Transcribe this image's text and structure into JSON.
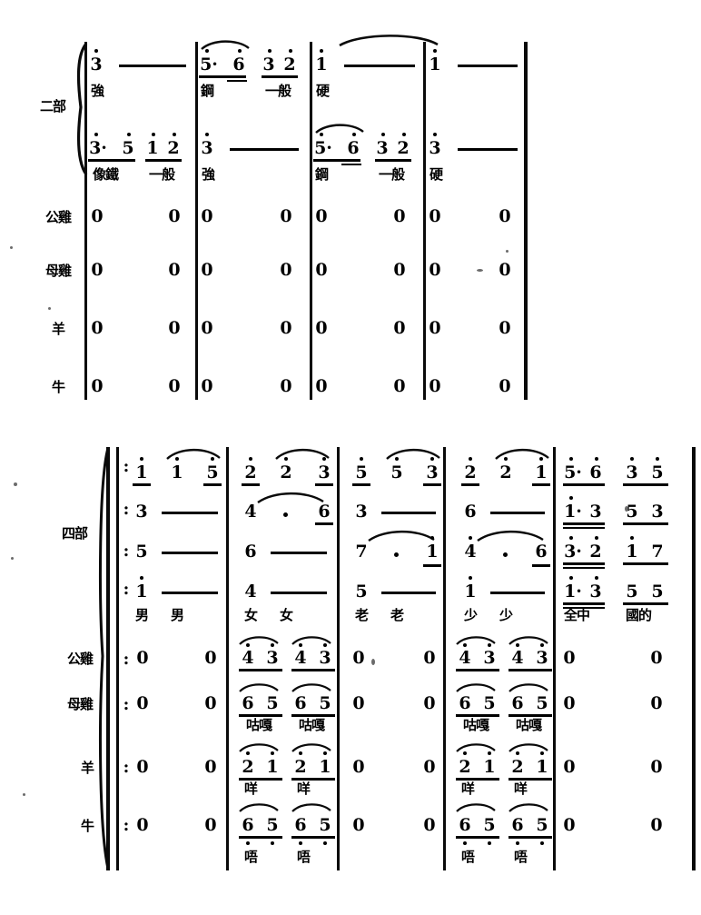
{
  "document": {
    "kind": "jianpu-score",
    "language": "zh-Hant",
    "systems": [
      {
        "id": "upper-system",
        "group_label": "二部",
        "voices": [
          {
            "id": "upper-voice-1",
            "measures": [
              {
                "notes": [
                  "3",
                  "—",
                  "—"
                ],
                "lyrics": [
                  "強"
                ]
              },
              {
                "notes": [
                  "5·",
                  "6",
                  "3",
                  "2"
                ],
                "lyrics": [
                  "鋼",
                  "一般"
                ]
              },
              {
                "notes": [
                  "1",
                  "—",
                  "—"
                ],
                "lyrics": [
                  "硬"
                ]
              },
              {
                "notes": [
                  "1",
                  "—",
                  "—"
                ],
                "lyrics": []
              }
            ]
          },
          {
            "id": "upper-voice-2",
            "measures": [
              {
                "notes": [
                  "3·",
                  "5",
                  "1",
                  "2"
                ],
                "lyrics": [
                  "像鐵",
                  "一般"
                ]
              },
              {
                "notes": [
                  "3",
                  "—",
                  "—"
                ],
                "lyrics": [
                  "強"
                ]
              },
              {
                "notes": [
                  "5·",
                  "6",
                  "3",
                  "2"
                ],
                "lyrics": [
                  "鋼",
                  "一般"
                ]
              },
              {
                "notes": [
                  "3",
                  "—",
                  "—"
                ],
                "lyrics": [
                  "硬"
                ]
              }
            ]
          }
        ],
        "animal_rows": [
          {
            "label": "公雞",
            "cells": [
              "0",
              "0",
              "0",
              "0",
              "0",
              "0",
              "0",
              "0"
            ]
          },
          {
            "label": "母雞",
            "cells": [
              "0",
              "0",
              "0",
              "0",
              "0",
              "0",
              "0",
              "0"
            ]
          },
          {
            "label": "羊",
            "cells": [
              "0",
              "0",
              "0",
              "0",
              "0",
              "0",
              "0",
              "0"
            ]
          },
          {
            "label": "牛",
            "cells": [
              "0",
              "0",
              "0",
              "0",
              "0",
              "0",
              "0",
              "0"
            ]
          }
        ]
      },
      {
        "id": "lower-system",
        "group_label": "四部",
        "repeat_sign": ":",
        "voices": [
          {
            "id": "lower-voice-1",
            "measures": [
              {
                "notes": [
                  "1",
                  "1",
                  "5"
                ]
              },
              {
                "notes": [
                  "2",
                  "2",
                  "3"
                ]
              },
              {
                "notes": [
                  "5",
                  "5",
                  "3"
                ]
              },
              {
                "notes": [
                  "2",
                  "2",
                  "1"
                ]
              },
              {
                "notes": [
                  "5·",
                  "6"
                ]
              },
              {
                "notes": [
                  "3",
                  "5"
                ]
              }
            ]
          },
          {
            "id": "lower-voice-2",
            "measures": [
              {
                "notes": [
                  "3",
                  "—",
                  "—"
                ]
              },
              {
                "notes": [
                  "4",
                  "·",
                  "6"
                ]
              },
              {
                "notes": [
                  "3",
                  "—",
                  "—"
                ]
              },
              {
                "notes": [
                  "6",
                  "—",
                  "—"
                ]
              },
              {
                "notes": [
                  "1·",
                  "3"
                ]
              },
              {
                "notes": [
                  "5",
                  "3"
                ]
              }
            ]
          },
          {
            "id": "lower-voice-3",
            "measures": [
              {
                "notes": [
                  "5",
                  "—",
                  "—"
                ]
              },
              {
                "notes": [
                  "6",
                  "—",
                  "—"
                ]
              },
              {
                "notes": [
                  "7",
                  "·",
                  "1"
                ]
              },
              {
                "notes": [
                  "4",
                  "·",
                  "6"
                ]
              },
              {
                "notes": [
                  "3·",
                  "2"
                ]
              },
              {
                "notes": [
                  "1",
                  "7"
                ]
              }
            ]
          },
          {
            "id": "lower-voice-4",
            "measures": [
              {
                "notes": [
                  "1",
                  "—",
                  "—"
                ]
              },
              {
                "notes": [
                  "4",
                  "—",
                  "—"
                ]
              },
              {
                "notes": [
                  "5",
                  "—",
                  "—"
                ]
              },
              {
                "notes": [
                  "1",
                  "—",
                  "—"
                ]
              },
              {
                "notes": [
                  "1·",
                  "3"
                ]
              },
              {
                "notes": [
                  "5",
                  "5"
                ]
              }
            ]
          }
        ],
        "lyrics": [
          "男",
          "男",
          "女",
          "女",
          "老",
          "老",
          "少",
          "少",
          "全中",
          "國的"
        ],
        "animal_rows": [
          {
            "label": "公雞",
            "measures": [
              {
                "notes": [
                  "0",
                  "0"
                ],
                "syllables": []
              },
              {
                "notes": [
                  "4",
                  "3"
                ],
                "syllables": []
              },
              {
                "notes": [
                  "4",
                  "3"
                ],
                "syllables": []
              },
              {
                "notes": [
                  "0",
                  "0"
                ],
                "syllables": []
              },
              {
                "notes": [
                  "4",
                  "3"
                ],
                "syllables": []
              },
              {
                "notes": [
                  "4",
                  "3"
                ],
                "syllables": []
              },
              {
                "notes": [
                  "0",
                  "0"
                ],
                "syllables": []
              }
            ]
          },
          {
            "label": "母雞",
            "measures": [
              {
                "notes": [
                  "0",
                  "0"
                ],
                "syllables": []
              },
              {
                "notes": [
                  "6",
                  "5"
                ],
                "syllables": [
                  "咕嘎"
                ]
              },
              {
                "notes": [
                  "6",
                  "5"
                ],
                "syllables": [
                  "咕嘎"
                ]
              },
              {
                "notes": [
                  "0",
                  "0"
                ],
                "syllables": []
              },
              {
                "notes": [
                  "6",
                  "5"
                ],
                "syllables": [
                  "咕嘎"
                ]
              },
              {
                "notes": [
                  "6",
                  "5"
                ],
                "syllables": [
                  "咕嘎"
                ]
              },
              {
                "notes": [
                  "0",
                  "0"
                ],
                "syllables": []
              }
            ]
          },
          {
            "label": "羊",
            "measures": [
              {
                "notes": [
                  "0",
                  "0"
                ],
                "syllables": []
              },
              {
                "notes": [
                  "2",
                  "1"
                ],
                "syllables": [
                  "咩"
                ]
              },
              {
                "notes": [
                  "2",
                  "1"
                ],
                "syllables": [
                  "咩"
                ]
              },
              {
                "notes": [
                  "0",
                  "0"
                ],
                "syllables": []
              },
              {
                "notes": [
                  "2",
                  "1"
                ],
                "syllables": [
                  "咩"
                ]
              },
              {
                "notes": [
                  "2",
                  "1"
                ],
                "syllables": [
                  "咩"
                ]
              },
              {
                "notes": [
                  "0",
                  "0"
                ],
                "syllables": []
              }
            ]
          },
          {
            "label": "牛",
            "measures": [
              {
                "notes": [
                  "0",
                  "0"
                ],
                "syllables": []
              },
              {
                "notes": [
                  "6",
                  "5"
                ],
                "syllables": [
                  "唔"
                ]
              },
              {
                "notes": [
                  "6",
                  "5"
                ],
                "syllables": [
                  "唔"
                ]
              },
              {
                "notes": [
                  "0",
                  "0"
                ],
                "syllables": []
              },
              {
                "notes": [
                  "6",
                  "5"
                ],
                "syllables": [
                  "唔"
                ]
              },
              {
                "notes": [
                  "6",
                  "5"
                ],
                "syllables": [
                  "唔"
                ]
              },
              {
                "notes": [
                  "0",
                  "0"
                ],
                "syllables": []
              }
            ]
          }
        ]
      }
    ],
    "glyphs": {
      "dash": "—",
      "aug_dot": "·",
      "repeat_colon": ":",
      "zero_rest": "0"
    },
    "colors": {
      "ink": "#0a0a0a",
      "paper": "#ffffff"
    }
  }
}
